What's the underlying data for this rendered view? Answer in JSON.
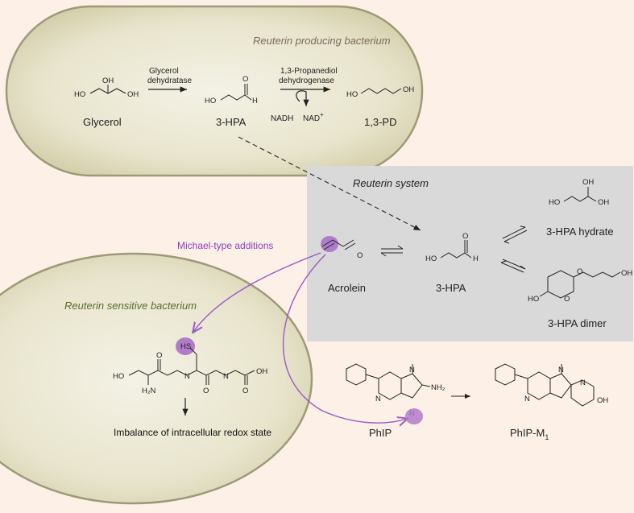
{
  "producing_bacterium": {
    "title": "Reuterin producing bacterium",
    "glycerol": "Glycerol",
    "hpa": "3-HPA",
    "pd": "1,3-PD",
    "enzyme1": [
      "Glycerol",
      "dehydratase"
    ],
    "enzyme2": [
      "1,3-Propanediol",
      "dehydrogenase"
    ],
    "nadh": "NADH",
    "nad": "NAD",
    "nad_sup": "+"
  },
  "reuterin_system": {
    "title": "Reuterin system",
    "acrolein": "Acrolein",
    "hpa": "3-HPA",
    "hydrate": "3-HPA hydrate",
    "dimer": "3-HPA dimer"
  },
  "michael": "Michael-type additions",
  "sensitive_bacterium": {
    "title": "Reuterin sensitive bacterium",
    "result": "Imbalance of intracellular redox state"
  },
  "phip": {
    "phip": "PhIP",
    "phipm1": "PhIP-M",
    "phipm1_sub": "1"
  },
  "atoms": {
    "HO": "HO",
    "OH": "OH",
    "O": "O",
    "HS": "HS",
    "H": "H",
    "N": "N",
    "NH2": "NH₂",
    "NH": "H",
    "HN": "N",
    "Me": "N"
  },
  "colors": {
    "background": "#fdf0e6",
    "cell_fill": "#e9e5d0",
    "cell_stroke": "#9d9a78",
    "system_box": "#d9d9d9",
    "purple": "#9b59c4",
    "highlight": "#b07cc9",
    "sensitive_title": "#5a6b2a",
    "michael_text": "#8a3fbf"
  }
}
